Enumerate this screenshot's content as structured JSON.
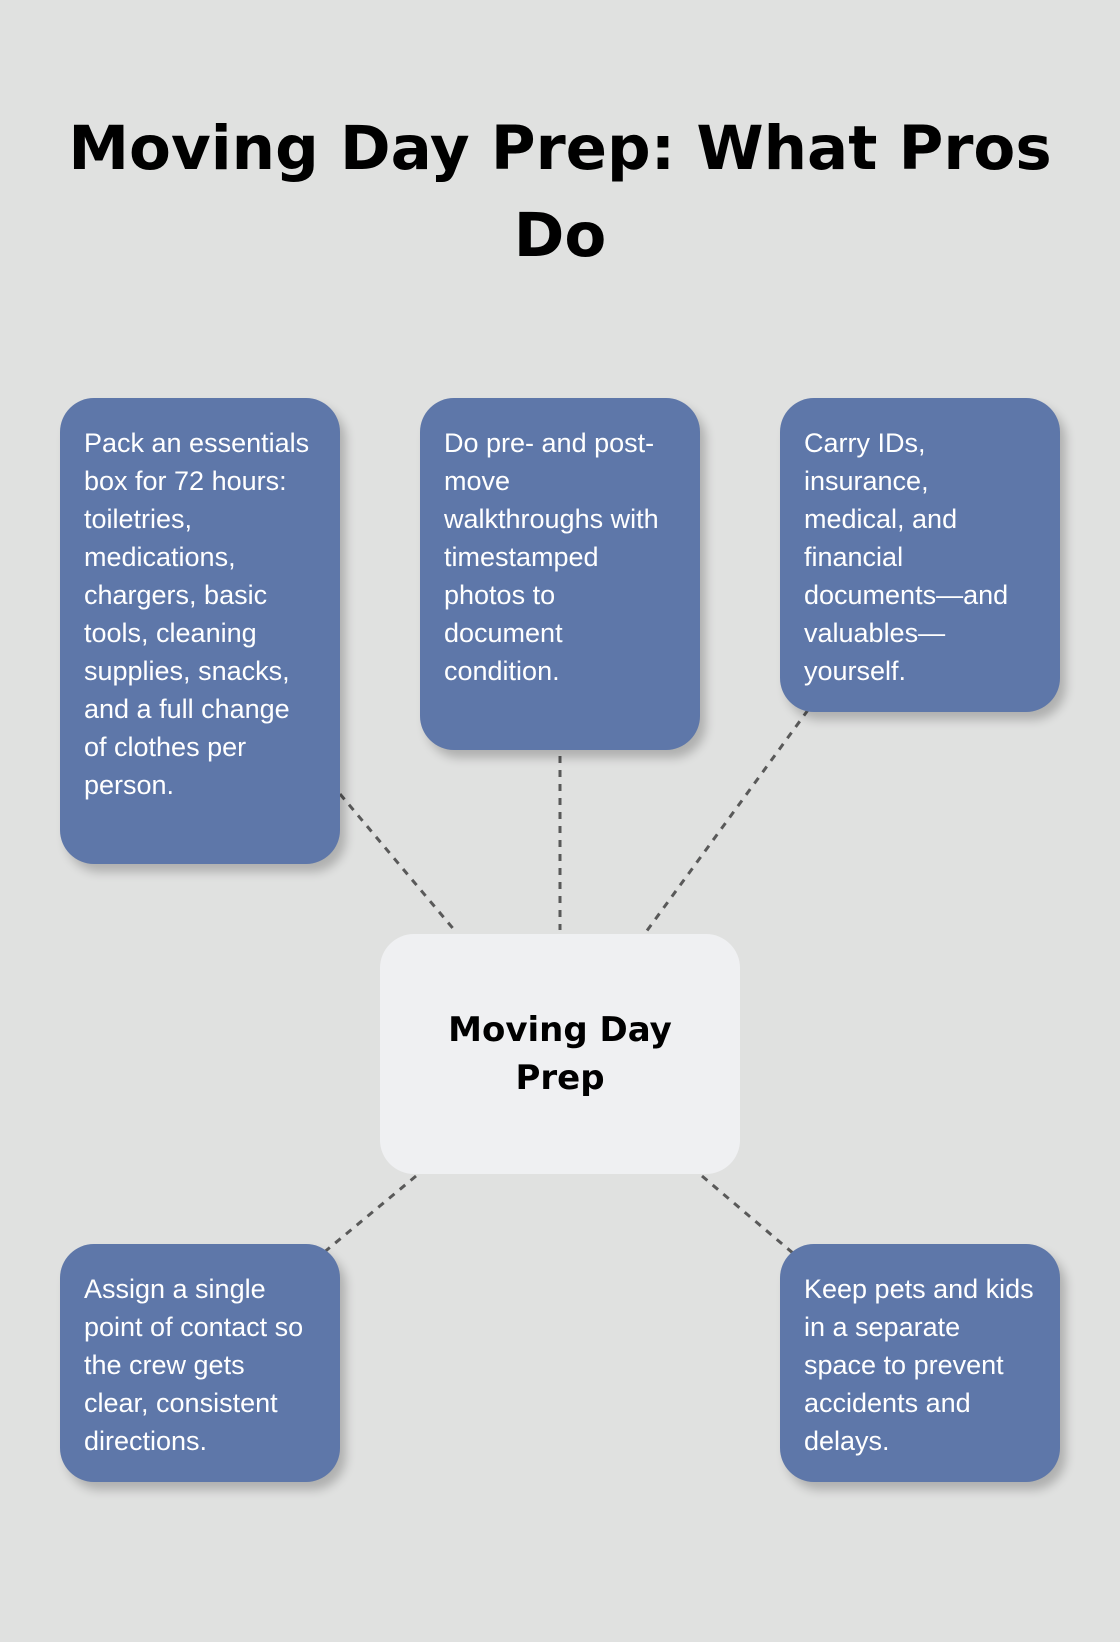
{
  "title": "Moving Day Prep: What Pros Do",
  "colors": {
    "background": "#e0e1e0",
    "card": "#5e77a9",
    "hub": "#eff0f2",
    "connector": "#595959"
  },
  "hub": {
    "label": "Moving Day Prep"
  },
  "cards": [
    {
      "text": "Pack an essentials box for 72 hours: toiletries, medications, chargers, basic tools, cleaning supplies, snacks, and a full change of clothes per person."
    },
    {
      "text": "Do pre- and post-move walkthroughs with timestamped photos to document condition."
    },
    {
      "text": "Carry IDs, insurance, medical, and financial documents—and valuables—yourself."
    },
    {
      "text": "Assign a single point of contact so the crew gets clear, consistent directions."
    },
    {
      "text": "Keep pets and kids in a separate space to prevent accidents and delays."
    }
  ]
}
